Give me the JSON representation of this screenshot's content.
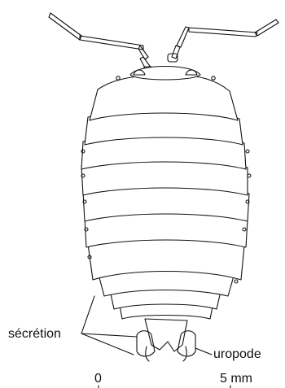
{
  "labels": {
    "secretion": "sécrétion",
    "uropode": "uropode"
  },
  "scale": {
    "start": "0",
    "end": "5 mm"
  },
  "colors": {
    "ink": "#111111",
    "background": "#ffffff"
  }
}
